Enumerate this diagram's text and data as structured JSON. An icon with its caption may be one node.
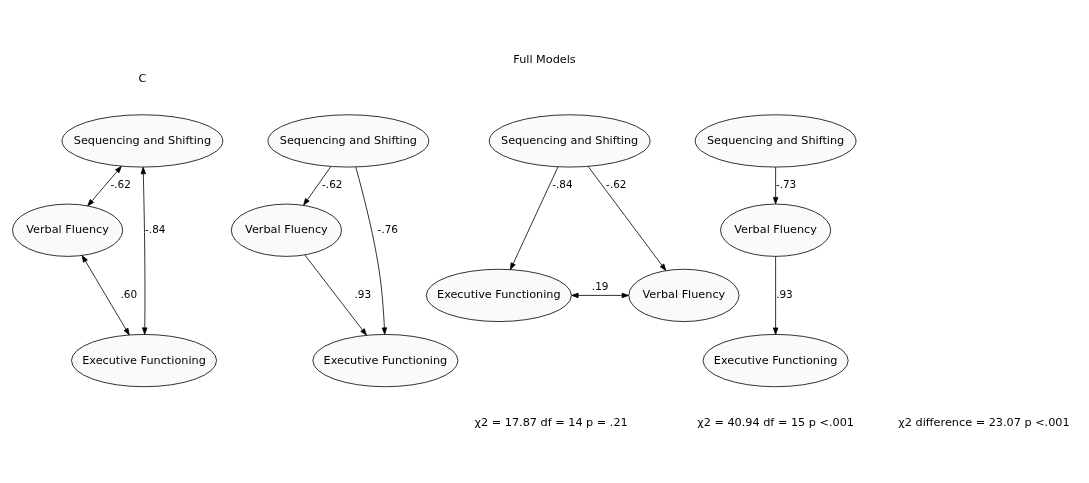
{
  "diagram": {
    "title": "Full Models",
    "nodes": [
      {
        "text": [
          "Sequencing and Shifting"
        ]
      },
      {
        "text": [
          "Verbal Fluency"
        ]
      },
      {
        "text": [
          "Executive Functioning"
        ]
      },
      {
        "text": [
          "Sequencing and Shifting"
        ]
      },
      {
        "text": [
          "Verbal Fluency"
        ]
      },
      {
        "text": [
          "Executive Functioning"
        ]
      },
      {
        "text": [
          "Sequencing and Shifting"
        ]
      },
      {
        "text": [
          "Executive Functioning"
        ]
      },
      {
        "text": [
          "Verbal Fluency"
        ]
      },
      {
        "text": [
          "Sequencing and Shifting"
        ]
      },
      {
        "text": [
          "Verbal Fluency"
        ]
      },
      {
        "text": [
          "Executive Functioning"
        ]
      }
    ],
    "edges": [
      {
        "from": 0,
        "to": 1,
        "arrow": "both",
        "label": "-.62"
      },
      {
        "from": 1,
        "to": 2,
        "arrow": "both",
        "label": ".60"
      },
      {
        "from": 0,
        "to": 2,
        "arrow": "both",
        "label": "-.84"
      },
      {
        "from": 3,
        "to": 4,
        "arrow": "to",
        "label": "-.62"
      },
      {
        "from": 4,
        "to": 5,
        "arrow": "to",
        "label": ".93"
      },
      {
        "from": 3,
        "to": 5,
        "arrow": "to",
        "label": "-.76"
      },
      {
        "from": 6,
        "to": 7,
        "arrow": "to",
        "label": "-.84"
      },
      {
        "from": 6,
        "to": 8,
        "arrow": "to",
        "label": "-.62"
      },
      {
        "from": 7,
        "to": 8,
        "arrow": "both",
        "label": ".19"
      },
      {
        "from": 9,
        "to": 10,
        "arrow": "to",
        "label": "-.73"
      },
      {
        "from": 10,
        "to": 11,
        "arrow": "to",
        "label": ".93"
      }
    ],
    "labels": [
      "C",
      "χ2 = 17.87 df = 14 p = .21",
      "χ2 = 40.94 df = 15 p <.001",
      "χ2 difference = 23.07 p <.001"
    ]
  }
}
